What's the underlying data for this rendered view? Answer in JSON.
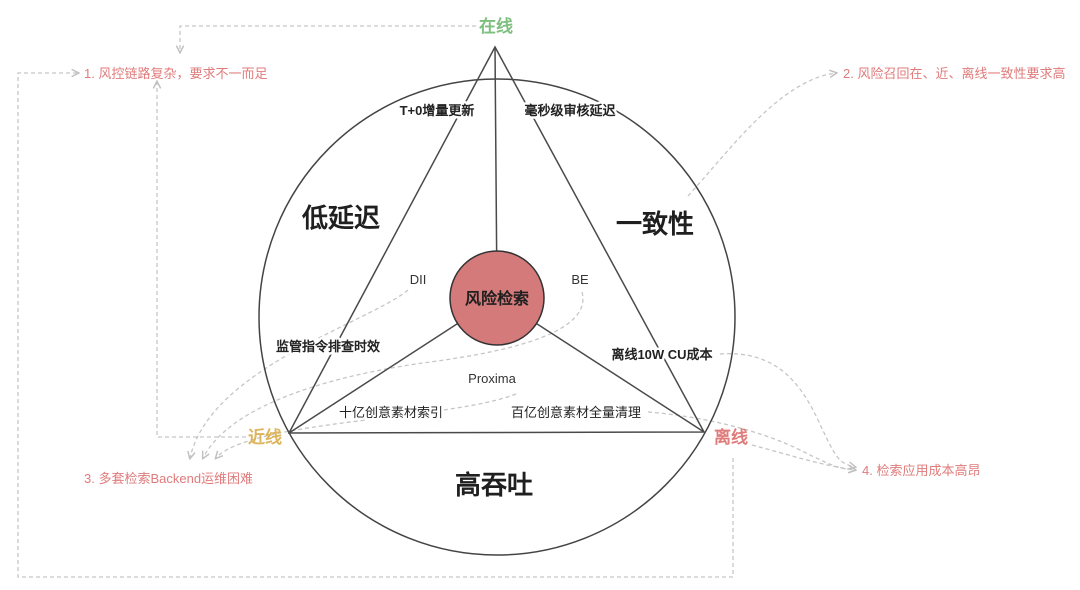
{
  "center_node": "风险检索",
  "vertices": {
    "online": "在线",
    "nearline": "近线",
    "offline": "离线"
  },
  "properties": {
    "low_latency": "低延迟",
    "consistency": "一致性",
    "high_throughput": "高吞吐"
  },
  "edge_labels": {
    "t0_incremental_update": "T+0增量更新",
    "ms_review_latency": "毫秒级审核延迟",
    "regulatory_query_timeliness": "监管指令排查时效",
    "offline_cost": "离线10W CU成本",
    "billion_index": "十亿创意素材索引",
    "ten_billion_cleanup": "百亿创意素材全量清理"
  },
  "backends": {
    "dii": "DII",
    "be": "BE",
    "proxima": "Proxima"
  },
  "annotations": [
    "1. 风控链路复杂，要求不一而足",
    "2. 风险召回在、近、离线一致性要求高",
    "3. 多套检索Backend运维困难",
    "4. 检索应用成本高昂"
  ],
  "colors": {
    "online": "#7dbf7f",
    "nearline": "#dcb55c",
    "offline": "#e07b7b",
    "annotation": "#e07b7b",
    "center_fill": "#d57a7a",
    "connector": "#c6c6c6"
  }
}
